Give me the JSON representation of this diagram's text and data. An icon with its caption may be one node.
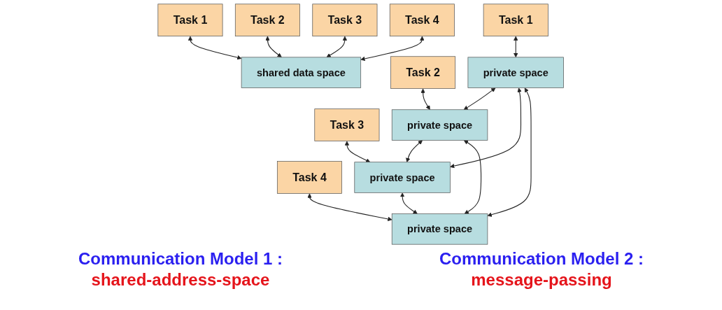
{
  "diagram": {
    "nodes": [
      {
        "text": [
          "Task 1"
        ]
      },
      {
        "text": [
          "Task 2"
        ]
      },
      {
        "text": [
          "Task 3"
        ]
      },
      {
        "text": [
          "Task 4"
        ]
      },
      {
        "text": [
          "shared data space"
        ]
      },
      {
        "text": [
          "Task 1"
        ]
      },
      {
        "text": [
          "Task 2"
        ]
      },
      {
        "text": [
          "Task 3"
        ]
      },
      {
        "text": [
          "Task 4"
        ]
      },
      {
        "text": [
          "private space"
        ]
      },
      {
        "text": [
          "private space"
        ]
      },
      {
        "text": [
          "private space"
        ]
      },
      {
        "text": [
          "private space"
        ]
      }
    ],
    "edges": [
      {
        "from": 0,
        "to": 4,
        "arrow": "both"
      },
      {
        "from": 1,
        "to": 4,
        "arrow": "both"
      },
      {
        "from": 2,
        "to": 4,
        "arrow": "both"
      },
      {
        "from": 3,
        "to": 4,
        "arrow": "both"
      },
      {
        "from": 5,
        "to": 9,
        "arrow": "both"
      },
      {
        "from": 6,
        "to": 10,
        "arrow": "both"
      },
      {
        "from": 7,
        "to": 11,
        "arrow": "both"
      },
      {
        "from": 8,
        "to": 12,
        "arrow": "both"
      },
      {
        "from": 9,
        "to": 10,
        "arrow": "both"
      },
      {
        "from": 9,
        "to": 11,
        "arrow": "both"
      },
      {
        "from": 9,
        "to": 12,
        "arrow": "both"
      },
      {
        "from": 10,
        "to": 11,
        "arrow": "both"
      },
      {
        "from": 10,
        "to": 12,
        "arrow": "both"
      },
      {
        "from": 11,
        "to": 12,
        "arrow": "both"
      }
    ],
    "labels": [
      "Communication Model 1 :",
      "shared-address-space",
      "Communication Model 2 :",
      "message-passing"
    ]
  }
}
